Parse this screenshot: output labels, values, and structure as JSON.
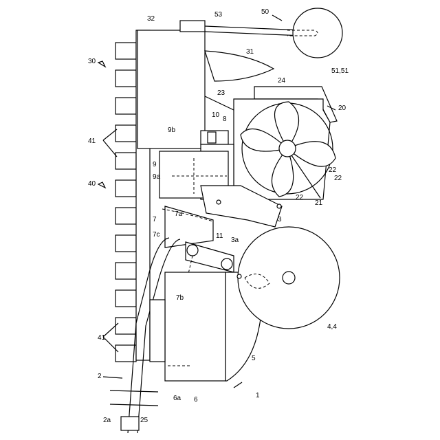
{
  "figure": {
    "labels": {
      "l1": "1",
      "l2": "2",
      "l2a": "2a",
      "l3": "3",
      "l3a": "3a",
      "l4": "4,4",
      "l5": "5",
      "l6": "6",
      "l6a": "6a",
      "l7": "7",
      "l7a": "7a",
      "l7b": "7b",
      "l7c": "7c",
      "l8": "8",
      "l9": "9",
      "l9a": "9a",
      "l9b": "9b",
      "l10": "10",
      "l11": "11",
      "l20": "20",
      "l21": "21",
      "l22a": "22",
      "l22b": "22",
      "l22c": "22",
      "l23": "23",
      "l24": "24",
      "l25": "25",
      "l30": "30",
      "l31": "31",
      "l32": "32",
      "l40": "40",
      "l41a": "41",
      "l41b": "41",
      "l50": "50",
      "l51": "51,51",
      "l53": "53"
    }
  }
}
